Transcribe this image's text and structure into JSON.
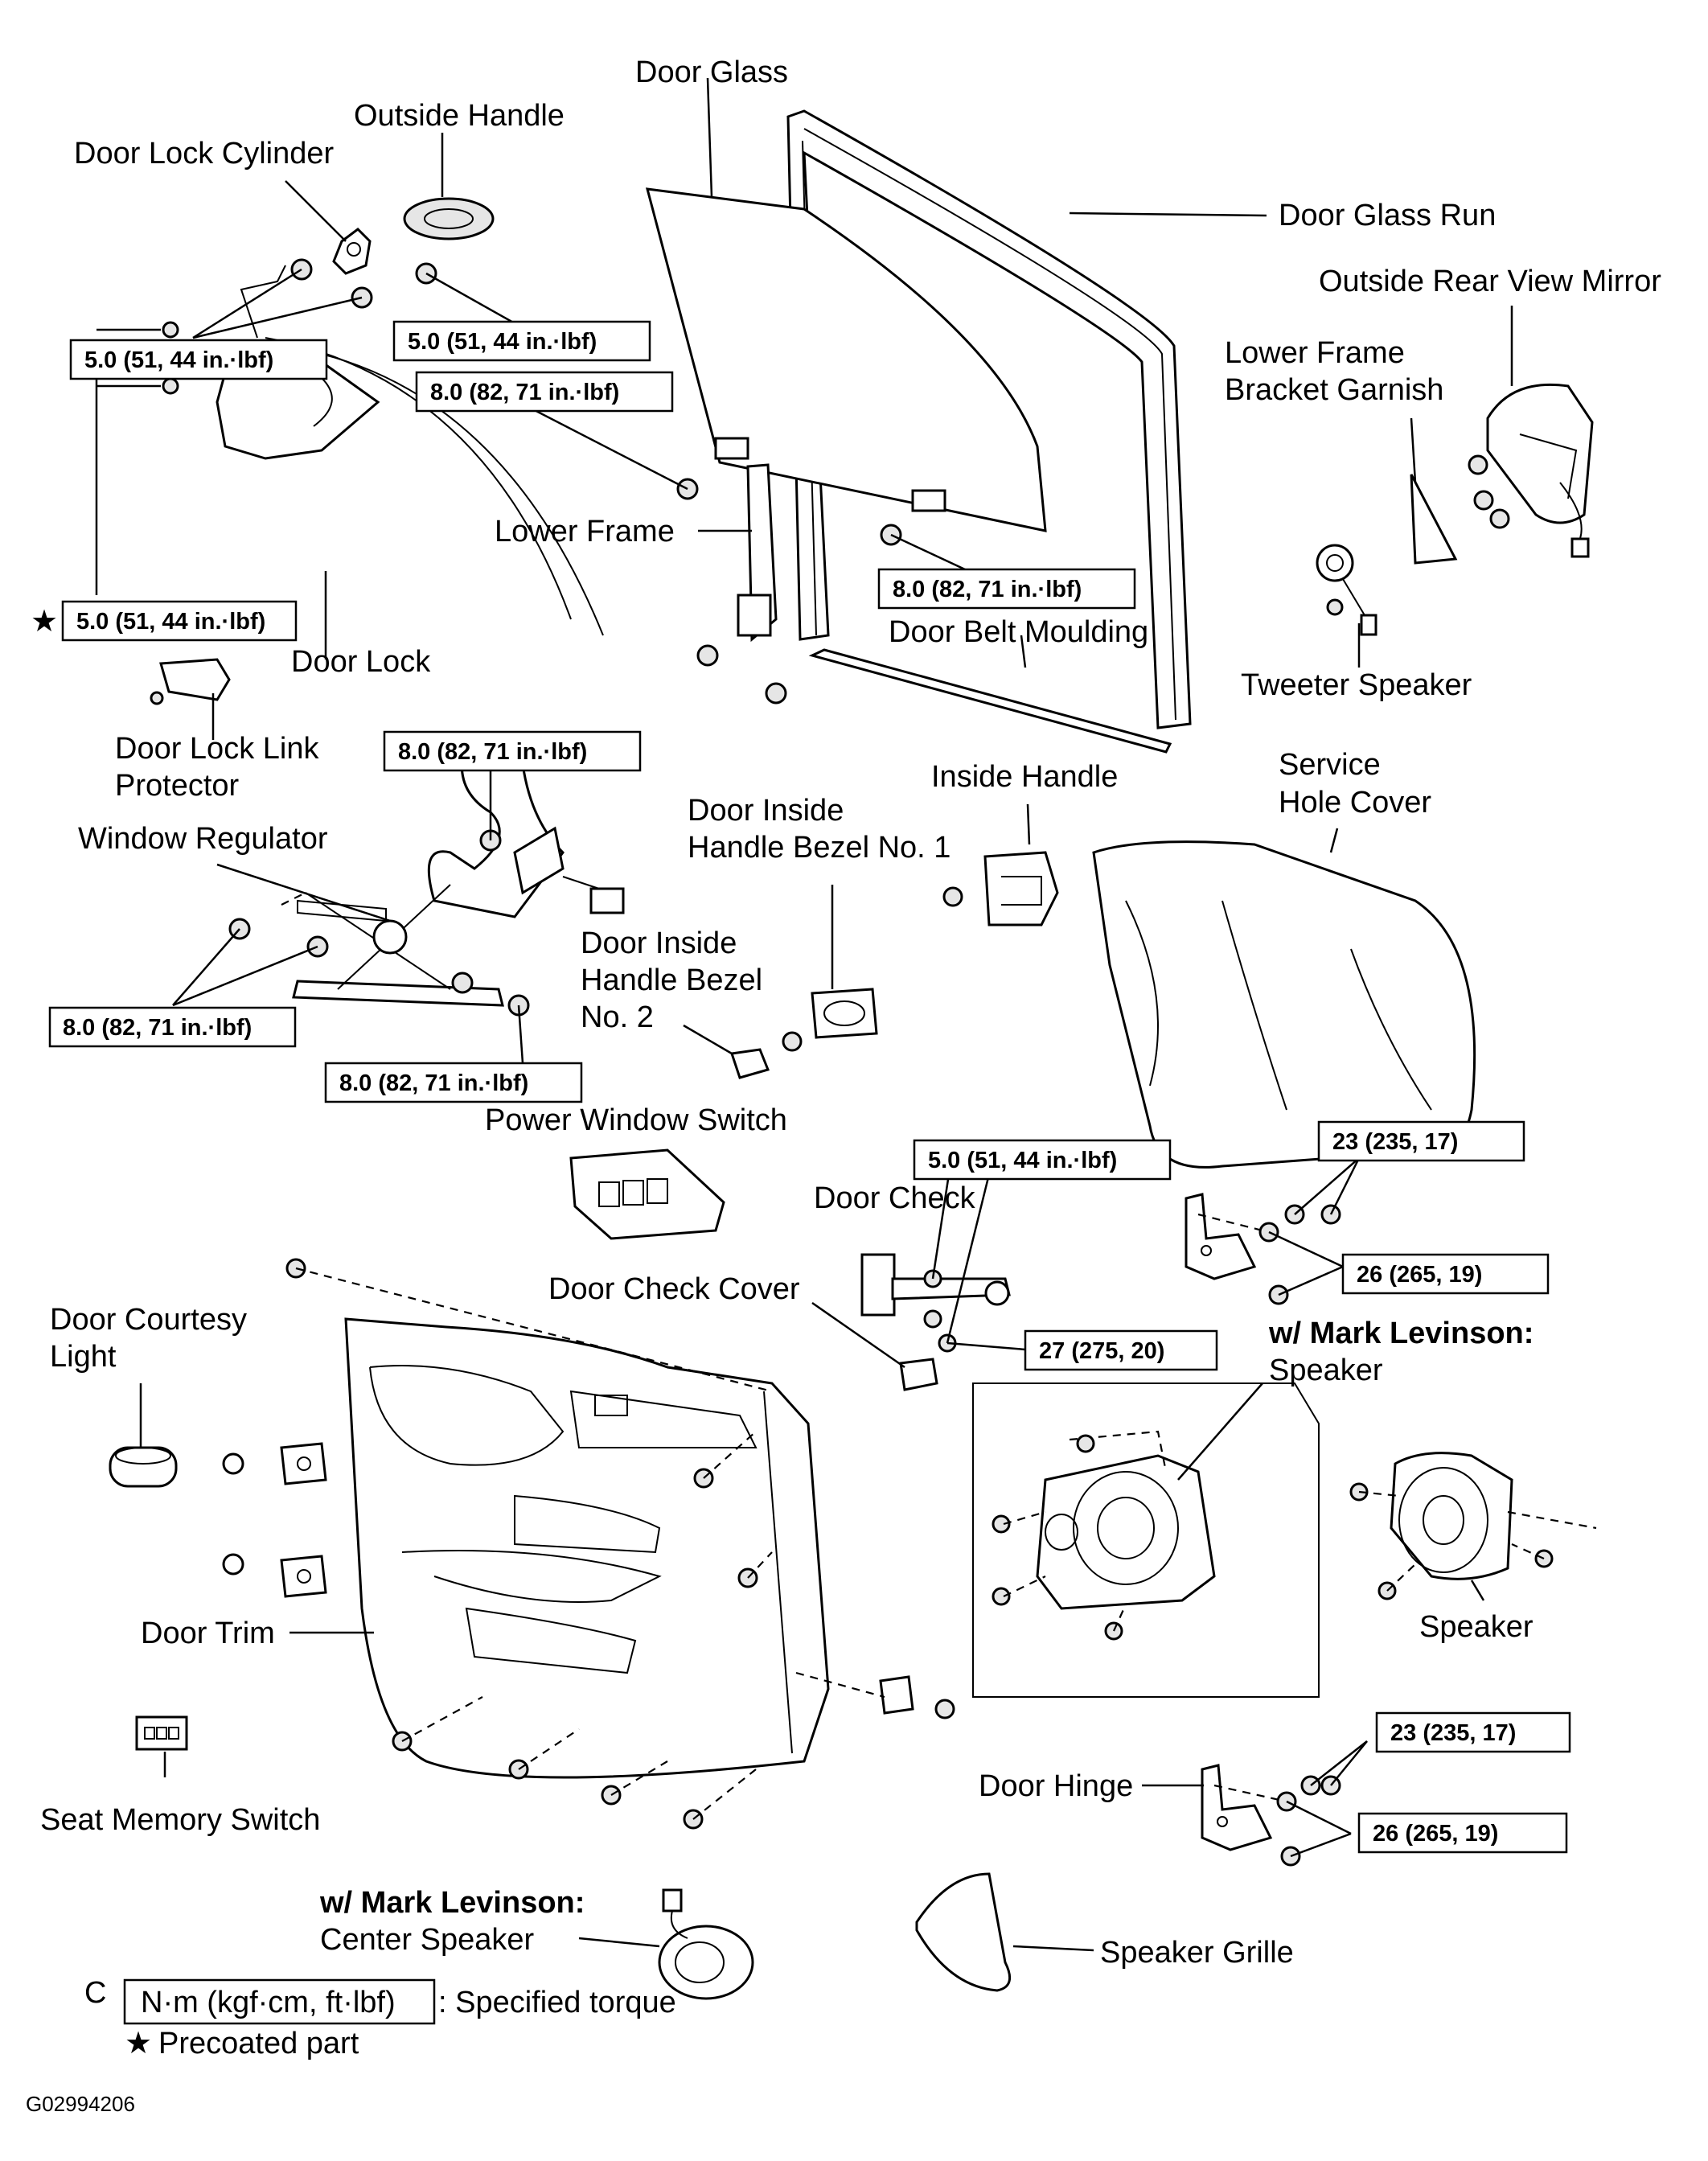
{
  "labels": {
    "door_glass": "Door Glass",
    "outside_handle": "Outside Handle",
    "door_lock_cylinder": "Door Lock Cylinder",
    "door_glass_run": "Door Glass Run",
    "outside_rear_view_mirror": "Outside Rear View Mirror",
    "lower_frame_bracket_garnish_1": "Lower Frame",
    "lower_frame_bracket_garnish_2": "Bracket Garnish",
    "lower_frame": "Lower Frame",
    "door_lock": "Door Lock",
    "door_belt_moulding": "Door Belt Moulding",
    "tweeter_speaker": "Tweeter Speaker",
    "door_lock_link_protector_1": "Door Lock Link",
    "door_lock_link_protector_2": "Protector",
    "inside_handle": "Inside Handle",
    "service_hole_cover_1": "Service",
    "service_hole_cover_2": "Hole Cover",
    "door_inside_handle_bezel_1a": "Door Inside",
    "door_inside_handle_bezel_1b": "Handle Bezel No. 1",
    "window_regulator": "Window Regulator",
    "door_inside_handle_bezel_2a": "Door Inside",
    "door_inside_handle_bezel_2b": "Handle Bezel",
    "door_inside_handle_bezel_2c": "No. 2",
    "power_window_switch": "Power Window Switch",
    "door_check": "Door Check",
    "door_check_cover": "Door Check Cover",
    "door_courtesy_light_1": "Door Courtesy",
    "door_courtesy_light_2": "Light",
    "mark_levinson_1": "w/ Mark Levinson:",
    "speaker_1": "Speaker",
    "door_trim": "Door Trim",
    "speaker_2": "Speaker",
    "seat_memory_switch": "Seat Memory Switch",
    "door_hinge": "Door Hinge",
    "mark_levinson_2": "w/ Mark Levinson:",
    "center_speaker": "Center Speaker",
    "speaker_grille": "Speaker Grille"
  },
  "torques": {
    "t_cylinder": "5.0 (51, 44 in.·lbf)",
    "t_handle": "5.0 (51, 44 in.·lbf)",
    "t_glass_top": "8.0 (82, 71 in.·lbf)",
    "t_glass_mid": "8.0 (82, 71 in.·lbf)",
    "t_lock": "5.0 (51, 44 in.·lbf)",
    "t_reg_top": "8.0 (82, 71 in.·lbf)",
    "t_reg_left": "8.0 (82, 71 in.·lbf)",
    "t_reg_bottom": "8.0 (82, 71 in.·lbf)",
    "t_check": "5.0 (51, 44 in.·lbf)",
    "t_hinge_up_a": "23 (235, 17)",
    "t_hinge_up_b": "26 (265, 19)",
    "t_check_cover": "27 (275, 20)",
    "t_hinge_lo_a": "23 (235, 17)",
    "t_hinge_lo_b": "26 (265, 19)"
  },
  "legend": {
    "c_mark": "C",
    "unit_box": "N·m (kgf·cm, ft·lbf)",
    "specified_torque": ": Specified torque",
    "star": "★",
    "precoated": "Precoated part",
    "star_lock": "★"
  },
  "figure_id": "G02994206"
}
